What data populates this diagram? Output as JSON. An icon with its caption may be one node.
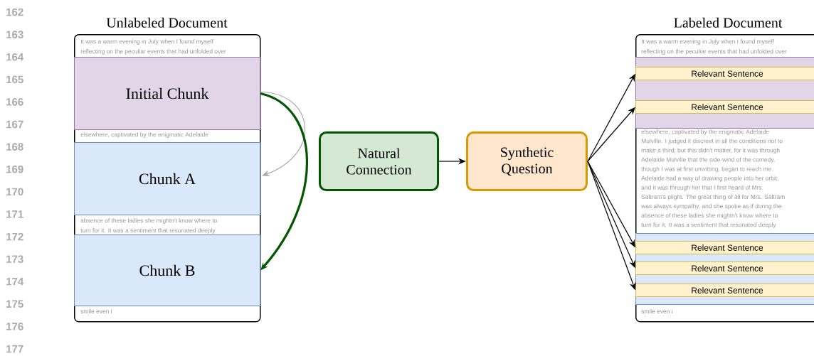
{
  "diagram": {
    "nodes": [
      {
        "text": [
          "Unlabeled Document"
        ]
      },
      {
        "text": [
          "Initial Chunk"
        ],
        "in": 0
      },
      {
        "text": [
          "Chunk A"
        ],
        "in": 0
      },
      {
        "text": [
          "Chunk B"
        ],
        "in": 0
      },
      {
        "text": [
          "Natural Connection"
        ]
      },
      {
        "text": [
          "Synthetic Question"
        ]
      },
      {
        "text": [
          "Labeled Document"
        ]
      },
      {
        "text": [],
        "shape": "box",
        "in": 6
      },
      {
        "text": [
          "Relevant Sentence"
        ],
        "in": 7
      },
      {
        "text": [
          "Relevant Sentence"
        ],
        "in": 7
      },
      {
        "text": [],
        "shape": "box",
        "in": 6
      },
      {
        "text": [
          "Relevant Sentence"
        ],
        "in": 10
      },
      {
        "text": [
          "Relevant Sentence"
        ],
        "in": 10
      },
      {
        "text": [
          "Relevant Sentence"
        ],
        "in": 10
      }
    ],
    "edges": [
      {
        "from": 1,
        "to": 2,
        "arrow": "to",
        "color": "#aaaaaa"
      },
      {
        "from": 1,
        "to": 3,
        "arrow": "to",
        "style": "thick",
        "color": "#005700"
      },
      {
        "from": 4,
        "to": 5,
        "arrow": "to"
      },
      {
        "from": 5,
        "to": 8,
        "arrow": "to"
      },
      {
        "from": 5,
        "to": 9,
        "arrow": "to"
      },
      {
        "from": 5,
        "to": 11,
        "arrow": "to"
      },
      {
        "from": 5,
        "to": 12,
        "arrow": "to"
      },
      {
        "from": 5,
        "to": 13,
        "arrow": "to"
      }
    ],
    "labels": [
      "162",
      "163",
      "164",
      "165",
      "166",
      "167",
      "168",
      "169",
      "170",
      "171",
      "172",
      "173",
      "174",
      "175",
      "176",
      "177",
      "It was a warm evening in July when I found myself",
      "reflecting on the peculiar events that had unfolded over",
      "elsewhere, captivated by the enigmatic Adelaide",
      "absence of these ladies she mightn't know where to",
      "turn for it. It was a sentiment that resonated deeply",
      "smile even i",
      "It was a warm evening in July when I found myself",
      "reflecting on the peculiar events that had unfolded over",
      "elsewhere, captivated by the enigmatic Adelaide",
      "Mulville. I judged it discreet in all the conditions not to",
      "make a third; but this didn't matter, for it was through",
      "Adelaide Mulville that the side-wind of the comedy,",
      "though I was at first unwitting, began to reach me.",
      "Adelaide had a way of drawing people into her orbit,",
      "and it was through her that I first heard of Mrs.",
      "Saltram's plight. The great thing of all for Mrs. Saltram",
      "was always sympathy, and she spoke as if during the",
      "absence of these ladies she mightn't know where to",
      "turn for it. It was a sentiment that resonated deeply",
      "smile even i"
    ]
  }
}
